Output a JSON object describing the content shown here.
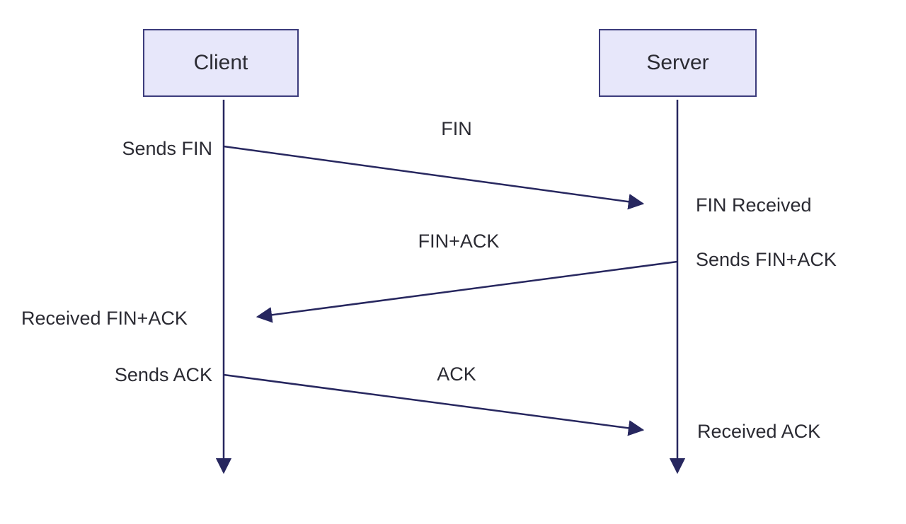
{
  "actors": [
    {
      "label": "Client"
    },
    {
      "label": "Server"
    }
  ],
  "messages": [
    {
      "label": "FIN",
      "from": "Client",
      "to": "Server",
      "sender_note": "Sends FIN",
      "receiver_note": "FIN Received"
    },
    {
      "label": "FIN+ACK",
      "from": "Server",
      "to": "Client",
      "sender_note": "Sends FIN+ACK",
      "receiver_note": "Received FIN+ACK"
    },
    {
      "label": "ACK",
      "from": "Client",
      "to": "Server",
      "sender_note": "Sends ACK",
      "receiver_note": "Received ACK"
    }
  ],
  "colors": {
    "line": "#27275f",
    "actor_fill": "#e7e7fa",
    "actor_border": "#3c3c7c",
    "text": "#2b2b33",
    "background": "#ffffff"
  }
}
